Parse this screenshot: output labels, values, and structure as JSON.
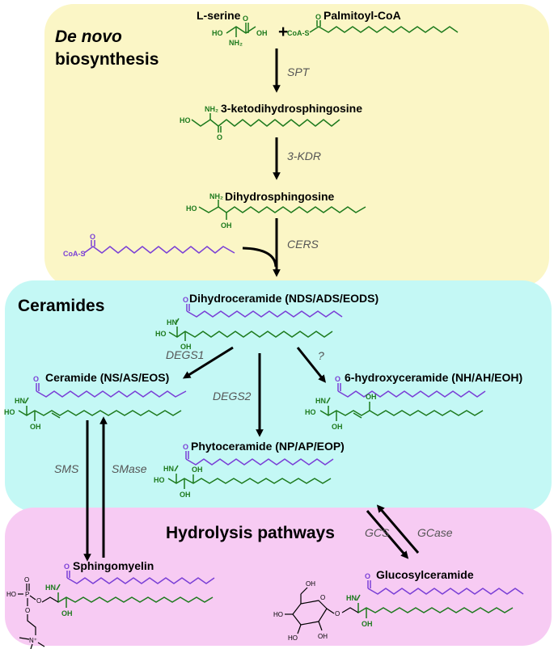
{
  "sections": {
    "denovo_italic": "De novo",
    "denovo_rest": "biosynthesis",
    "ceramides": "Ceramides",
    "hydrolysis": "Hydrolysis pathways"
  },
  "compounds": {
    "lserine": "L-serine",
    "plus": "+",
    "palmitoyl": "Palmitoyl-CoA",
    "ketodihydro": "3-ketodihydrosphingosine",
    "dihydrosph": "Dihydrosphingosine",
    "dihydrocer": "Dihydroceramide (NDS/ADS/EODS)",
    "ceramide": "Ceramide (NS/AS/EOS)",
    "hydroxycer": "6-hydroxyceramide (NH/AH/EOH)",
    "phytocer": "Phytoceramide (NP/AP/EOP)",
    "sphingomyelin": "Sphingomyelin",
    "glucosylcer": "Glucosylceramide"
  },
  "enzymes": {
    "spt": "SPT",
    "kdr": "3-KDR",
    "cers": "CERS",
    "degs1": "DEGS1",
    "degs2": "DEGS2",
    "unknown": "?",
    "sms": "SMS",
    "smase": "SMase",
    "gcs": "GCS",
    "gcase": "GCase"
  },
  "atoms": {
    "coas": "CoA-S",
    "o": "O",
    "oh": "OH",
    "ho": "HO",
    "nh2": "NH₂",
    "hn": "HN",
    "p": "P",
    "nplus": "N⁺"
  },
  "colors": {
    "sphingoid_base": "#1d7a1d",
    "fatty_acid": "#7a3fd6",
    "denovo_panel": "#fbf6c6",
    "ceramide_panel": "#c4f8f5",
    "hydrolysis_panel": "#f7cbf3"
  }
}
